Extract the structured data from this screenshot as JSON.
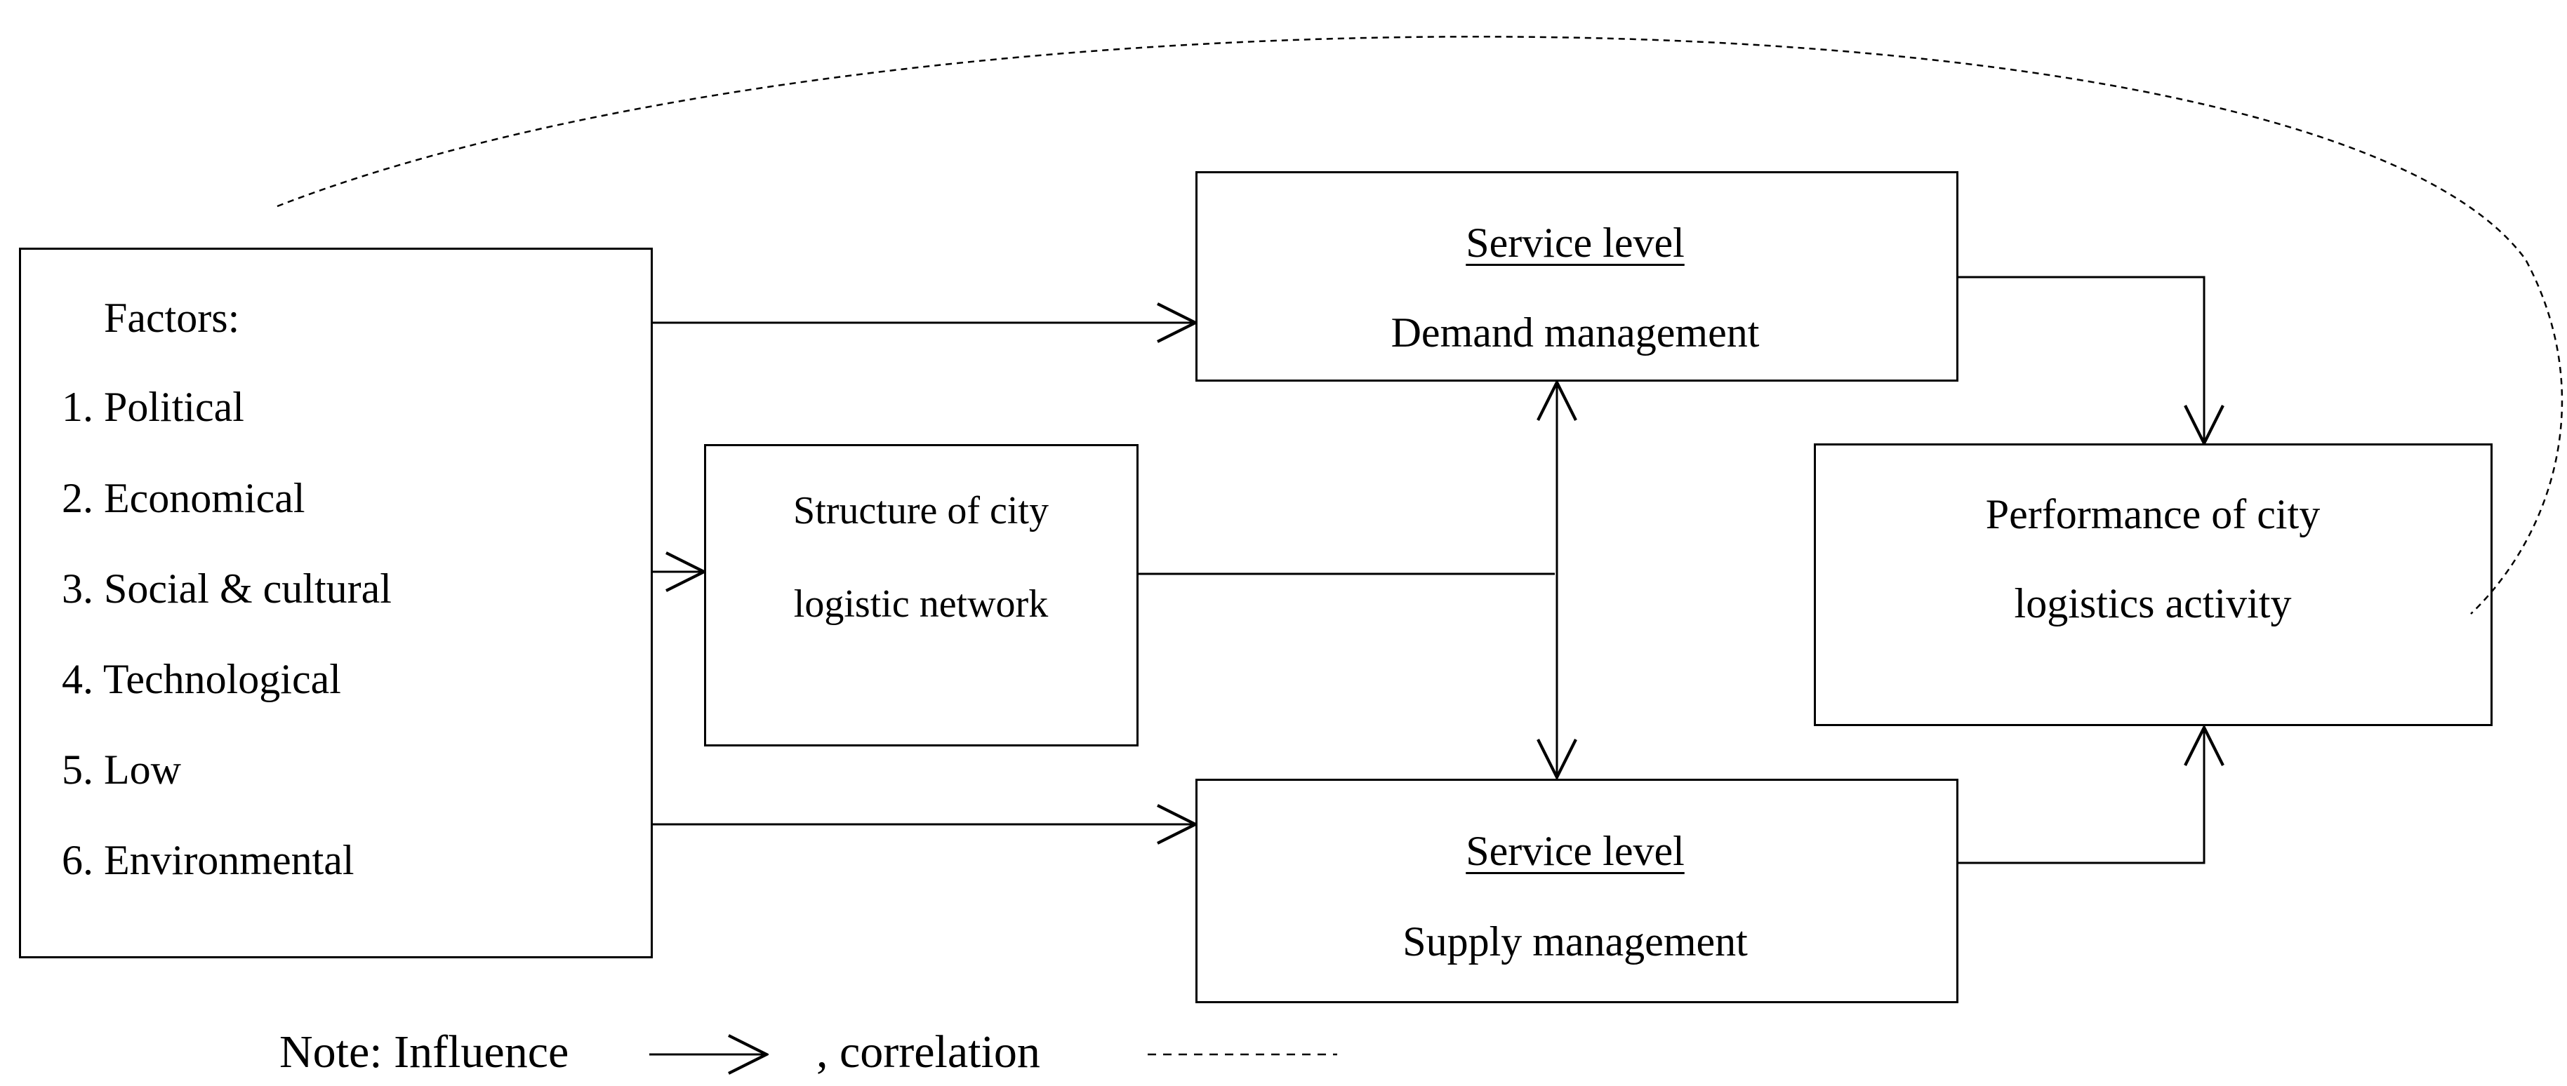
{
  "factors": {
    "heading": "Factors:",
    "items": [
      "1. Political",
      "2. Economical",
      "3. Social & cultural",
      "4. Technological",
      "5. Low",
      "6. Environmental"
    ]
  },
  "structure": {
    "line1": "Structure of city",
    "line2": "logistic network"
  },
  "demand": {
    "title": "Service level",
    "label": "Demand management"
  },
  "supply": {
    "title": "Service level",
    "label": "Supply management"
  },
  "performance": {
    "line1": "Performance of city",
    "line2": "logistics activity"
  },
  "note": {
    "prefix": "Note: Influence",
    "middle": ", correlation"
  }
}
